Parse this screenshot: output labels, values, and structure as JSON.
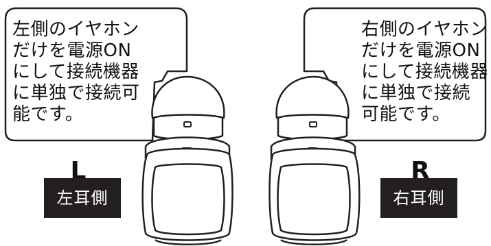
{
  "left": {
    "instruction": "左側のイヤホン\nだけを電源ON\nにして接続機器\nに単独で接続可\n能です。",
    "letter": "L",
    "label": "左耳側"
  },
  "right": {
    "instruction": "右側のイヤホン\nだけを電源ON\nにして接続機器\nに単独で接続\n可能です。",
    "letter": "R",
    "label": "右耳側"
  },
  "colors": {
    "line": "#231f20",
    "badge_bg": "#231f20",
    "badge_text": "#ffffff",
    "background": "#ffffff"
  }
}
